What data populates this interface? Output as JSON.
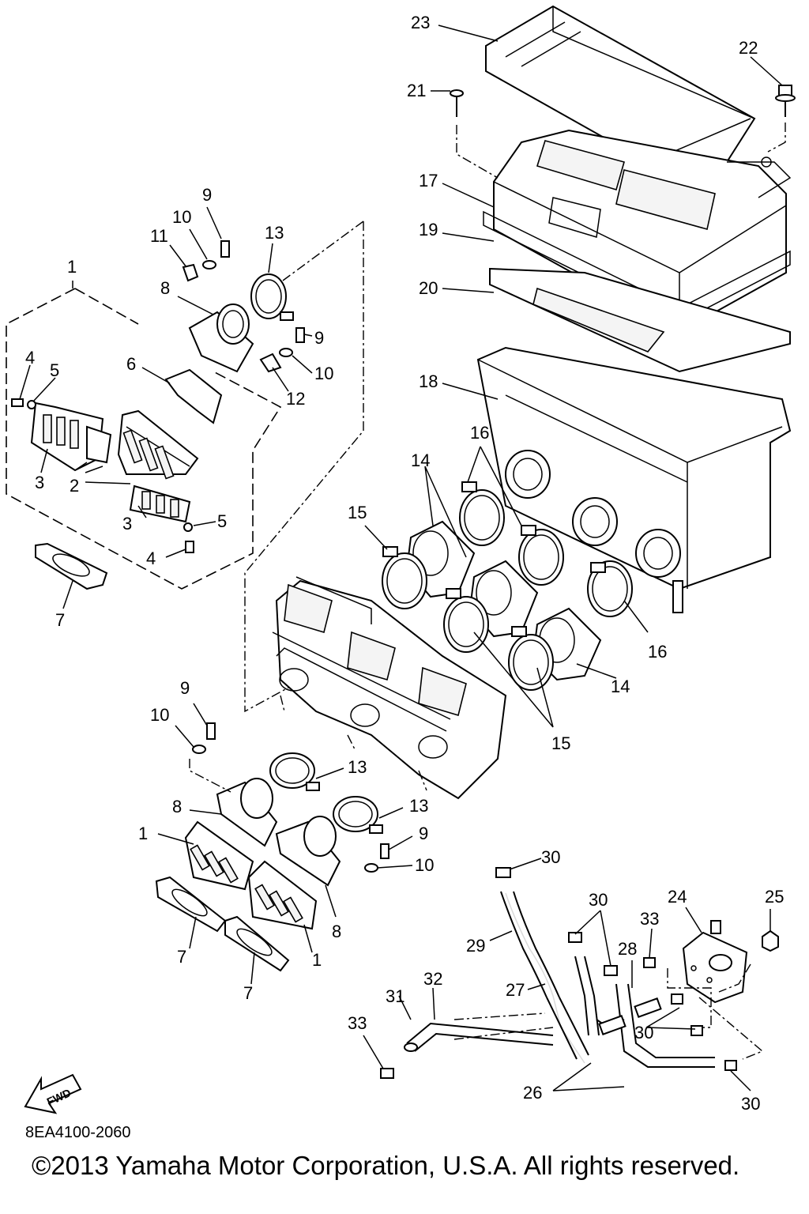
{
  "callouts": {
    "c1": "1",
    "c1b": "1",
    "c1c": "1",
    "c2": "2",
    "c3": "3",
    "c3b": "3",
    "c4": "4",
    "c4b": "4",
    "c5": "5",
    "c5b": "5",
    "c6": "6",
    "c7": "7",
    "c7b": "7",
    "c7c": "7",
    "c8": "8",
    "c8b": "8",
    "c8c": "8",
    "c9": "9",
    "c9b": "9",
    "c9c": "9",
    "c9d": "9",
    "c10": "10",
    "c10b": "10",
    "c10c": "10",
    "c10d": "10",
    "c11": "11",
    "c12": "12",
    "c13": "13",
    "c13b": "13",
    "c13c": "13",
    "c14": "14",
    "c14b": "14",
    "c15": "15",
    "c15b": "15",
    "c16": "16",
    "c16b": "16",
    "c17": "17",
    "c18": "18",
    "c19": "19",
    "c20": "20",
    "c21": "21",
    "c22": "22",
    "c23": "23",
    "c24": "24",
    "c25": "25",
    "c26": "26",
    "c27": "27",
    "c28": "28",
    "c29": "29",
    "c30": "30",
    "c30b": "30",
    "c30c": "30",
    "c30d": "30",
    "c31": "31",
    "c32": "32",
    "c33": "33",
    "c33b": "33"
  },
  "fwd_label": "FWD",
  "diagram_code": "8EA4100-2060",
  "copyright": "©2013 Yamaha Motor Corporation, U.S.A. All rights reserved."
}
